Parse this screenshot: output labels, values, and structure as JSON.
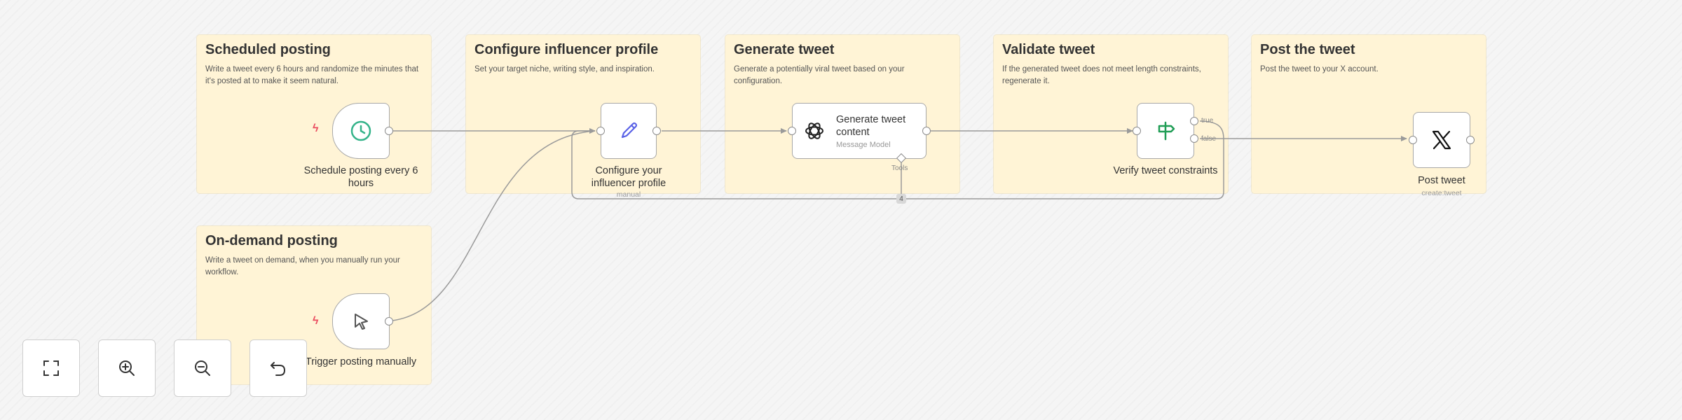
{
  "stickies": {
    "scheduled": {
      "title": "Scheduled posting",
      "desc": "Write a tweet every 6 hours and randomize the minutes that it's posted at to make it seem natural."
    },
    "configure": {
      "title": "Configure influencer profile",
      "desc": "Set your target niche, writing style, and inspiration."
    },
    "generate": {
      "title": "Generate tweet",
      "desc": "Generate a potentially viral tweet based on your configuration."
    },
    "validate": {
      "title": "Validate tweet",
      "desc": "If the generated tweet does not meet length constraints, regenerate it."
    },
    "post": {
      "title": "Post the tweet",
      "desc": "Post the tweet to your X account."
    },
    "ondemand": {
      "title": "On-demand posting",
      "desc": "Write a tweet on demand, when you manually run your workflow."
    }
  },
  "nodes": {
    "schedule": {
      "label": "Schedule posting every 6 hours",
      "icon": "clock-icon"
    },
    "configure": {
      "label": "Configure your influencer profile",
      "sub": "manual",
      "icon": "pencil-icon"
    },
    "generate": {
      "name": "Generate tweet content",
      "sub": "Message Model",
      "tools_label": "Tools",
      "icon": "openai-icon"
    },
    "verify": {
      "label": "Verify tweet constraints",
      "true_label": "true",
      "false_label": "false",
      "icon": "signpost-icon"
    },
    "post": {
      "label": "Post tweet",
      "sub": "create:tweet",
      "icon": "x-logo-icon"
    },
    "manual": {
      "label": "Trigger posting manually",
      "icon": "cursor-icon"
    }
  },
  "loop_badge": "4",
  "controls": {
    "fit_view": "fullscreen-icon",
    "zoom_in": "zoom-in-icon",
    "zoom_out": "zoom-out-icon",
    "reset": "undo-icon"
  },
  "colors": {
    "sticky_bg": "#fff4d6",
    "trigger_bolt": "#ea4b5f",
    "clock": "#35b38a",
    "pencil": "#5a62e6",
    "signpost": "#1f9d55"
  }
}
